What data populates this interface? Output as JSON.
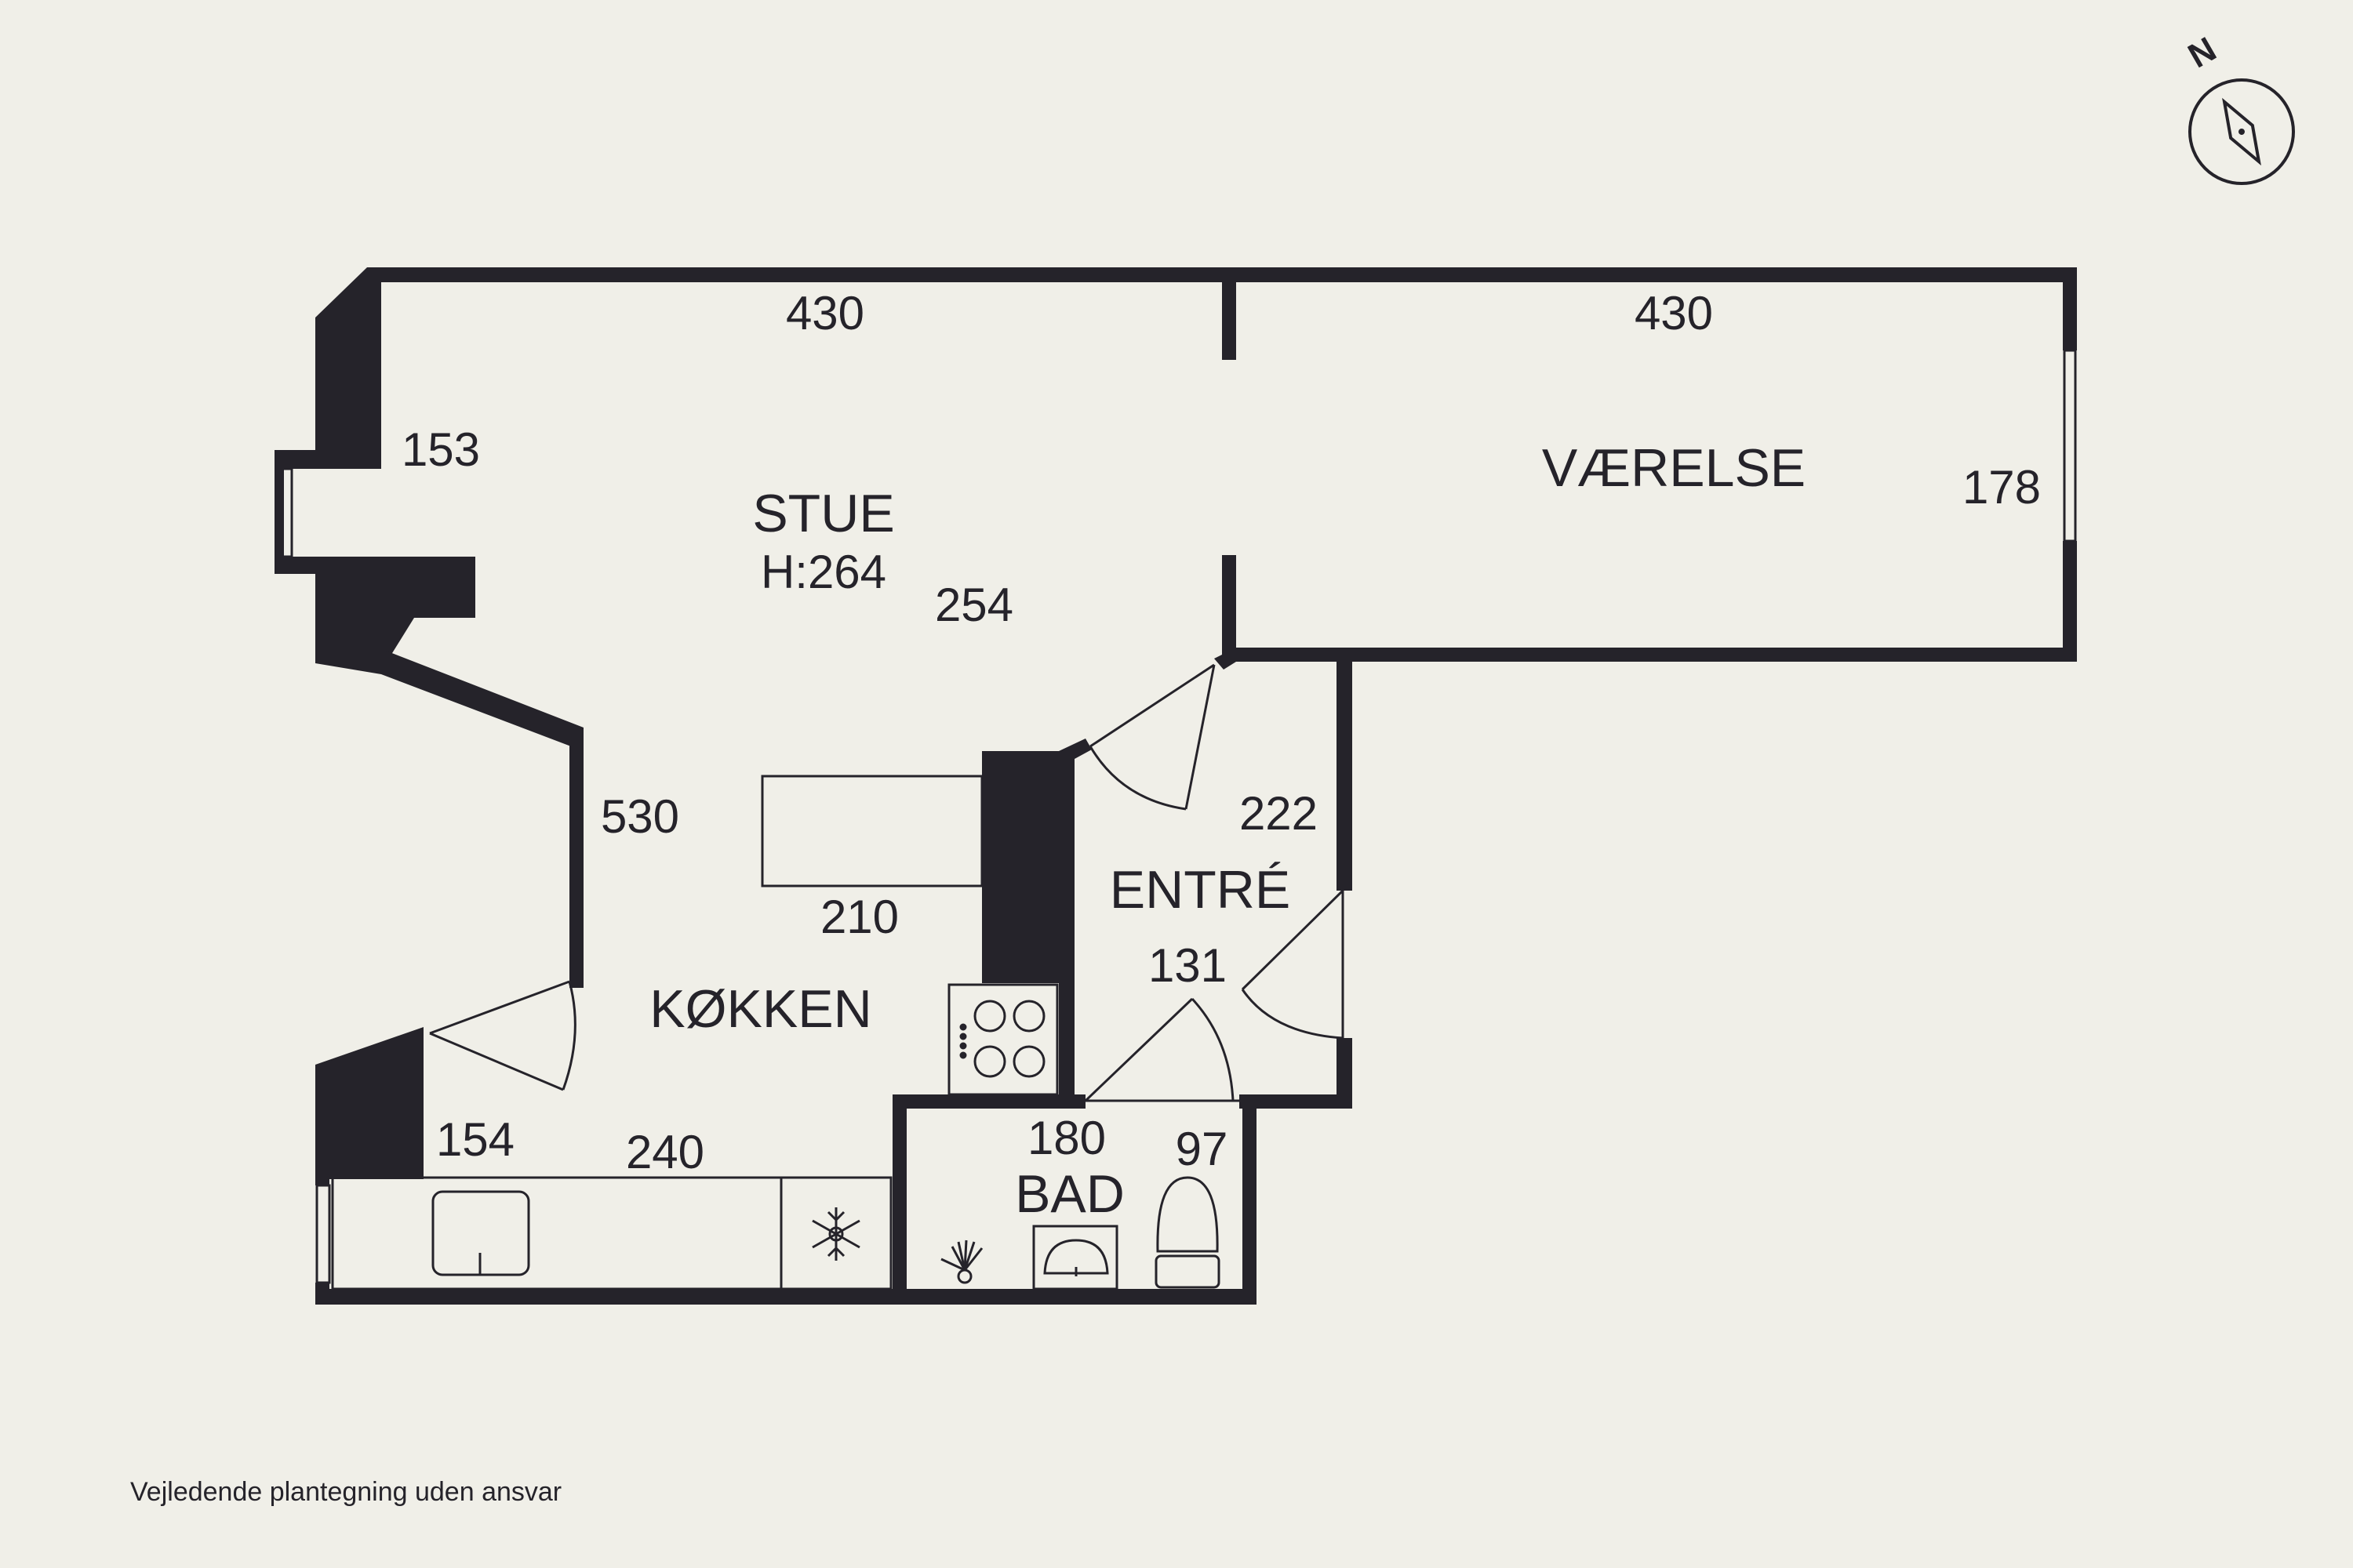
{
  "colors": {
    "background": "#f0efe8",
    "wall": "#25232a",
    "line": "#25232a"
  },
  "compass": {
    "label": "N",
    "icon": "compass-needle-icon"
  },
  "rooms": {
    "stue": {
      "name": "STUE",
      "height_label": "H:264"
    },
    "vaerelse": {
      "name": "VÆRELSE"
    },
    "koekken": {
      "name": "KØKKEN"
    },
    "entre": {
      "name": "ENTRÉ"
    },
    "bad": {
      "name": "BAD"
    }
  },
  "dimensions": {
    "stue_top": "430",
    "vaerelse_top": "430",
    "stue_left_upper": "153",
    "vaerelse_right": "178",
    "stue_depth": "254",
    "koekken_left": "530",
    "counter_width": "210",
    "entre_right": "222",
    "entre_width": "131",
    "koekken_door_wall": "154",
    "koekken_bottom": "240",
    "bad_width": "180",
    "bad_toilet": "97"
  },
  "fixtures": {
    "counter": "kitchen-counter",
    "stove": "stove-icon",
    "fridge": "freezer-snowflake-icon",
    "sink": "kitchen-sink-icon",
    "shower": "shower-icon",
    "washbasin": "washbasin-icon",
    "toilet": "toilet-icon"
  },
  "disclaimer": "Vejledende plantegning uden ansvar"
}
